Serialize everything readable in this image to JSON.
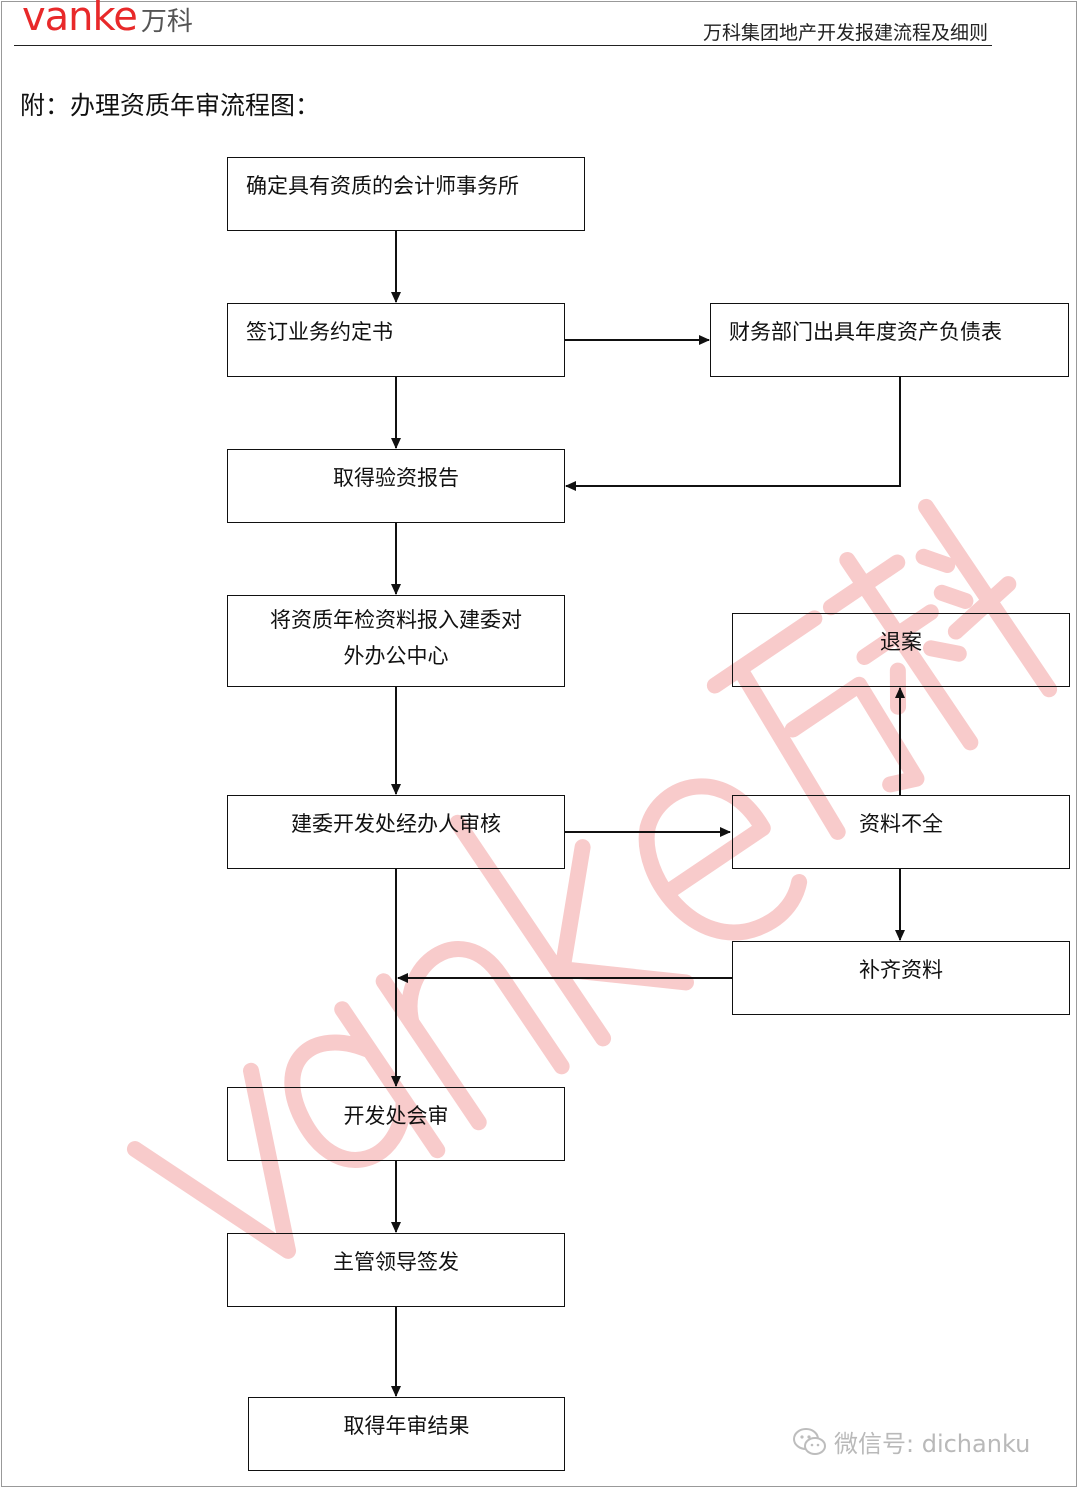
{
  "header": {
    "logo_word": "vanke",
    "logo_cn": "万科",
    "doc_title": "万科集团地产开发报建流程及细则"
  },
  "page_heading": "附：办理资质年审流程图：",
  "diagram": {
    "nodes": {
      "n1": "确定具有资质的会计师事务所",
      "n2": "签订业务约定书",
      "n3": "财务部门出具年度资产负债表",
      "n4": "取得验资报告",
      "n5_line1": "将资质年检资料报入建委对",
      "n5_line2": "外办公中心",
      "n6": "退案",
      "n7": "建委开发处经办人审核",
      "n8": "资料不全",
      "n9": "补齐资料",
      "n10": "开发处会审",
      "n11": "主管领导签发",
      "n12": "取得年审结果"
    }
  },
  "watermark": {
    "word": "vanke",
    "cn": "万科",
    "color": "#f5b5b5"
  },
  "footer": {
    "wechat_text": "微信号: dichanku",
    "icon": "wechat-icon"
  }
}
